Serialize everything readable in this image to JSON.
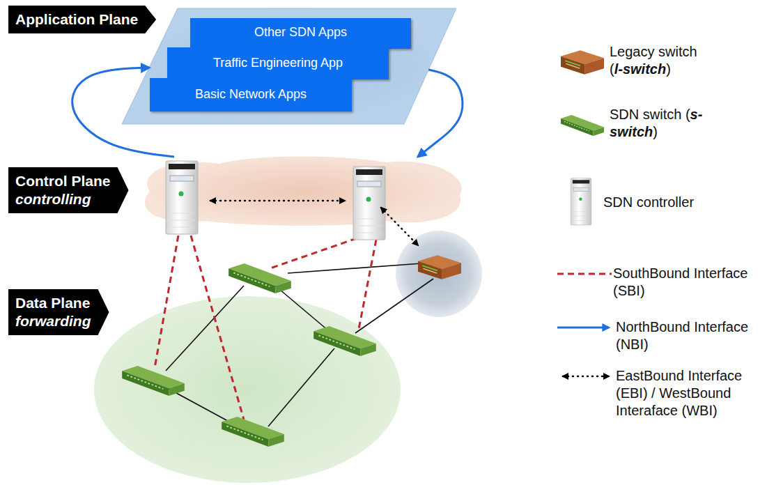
{
  "diagram": {
    "nodes": [
      {
        "text": [
          "Application Plane"
        ]
      },
      {
        "text": [
          "Other SDN Apps"
        ],
        "in": 0
      },
      {
        "text": [
          "Traffic Engineering App"
        ],
        "in": 0
      },
      {
        "text": [
          "Basic Network Apps"
        ],
        "in": 0
      },
      {
        "text": [
          "Control Plane",
          "controlling"
        ]
      },
      {
        "text": [
          "Data Plane",
          "forwarding"
        ]
      }
    ],
    "edges": [
      {
        "from": 4,
        "to": 0,
        "arrow": "to"
      },
      {
        "from": 0,
        "to": 4,
        "arrow": "to"
      }
    ],
    "legend": [
      {
        "text": "Legacy switch (l-switch)"
      },
      {
        "text": "SDN switch (s-switch)"
      },
      {
        "text": "SDN controller"
      },
      {
        "text": "SouthBound Interface (SBI)"
      },
      {
        "text": "NorthBound Interface (NBI)"
      },
      {
        "text": "EastBound Interface (EBI) / WestBound Interaface (WBI)"
      }
    ]
  }
}
